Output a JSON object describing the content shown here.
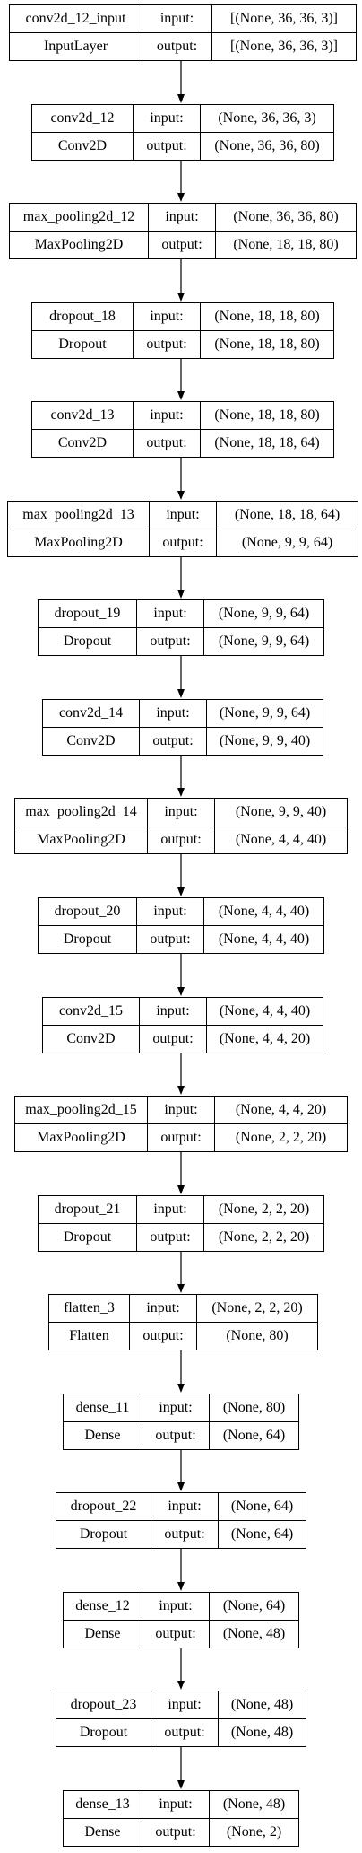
{
  "layers": [
    {
      "name": "conv2d_12_input",
      "type": "InputLayer",
      "input_label": "input:",
      "output_label": "output:",
      "input": "[(None, 36, 36, 3)]",
      "output": "[(None, 36, 36, 3)]"
    },
    {
      "name": "conv2d_12",
      "type": "Conv2D",
      "input_label": "input:",
      "output_label": "output:",
      "input": "(None, 36, 36, 3)",
      "output": "(None, 36, 36, 80)"
    },
    {
      "name": "max_pooling2d_12",
      "type": "MaxPooling2D",
      "input_label": "input:",
      "output_label": "output:",
      "input": "(None, 36, 36, 80)",
      "output": "(None, 18, 18, 80)"
    },
    {
      "name": "dropout_18",
      "type": "Dropout",
      "input_label": "input:",
      "output_label": "output:",
      "input": "(None, 18, 18, 80)",
      "output": "(None, 18, 18, 80)"
    },
    {
      "name": "conv2d_13",
      "type": "Conv2D",
      "input_label": "input:",
      "output_label": "output:",
      "input": "(None, 18, 18, 80)",
      "output": "(None, 18, 18, 64)"
    },
    {
      "name": "max_pooling2d_13",
      "type": "MaxPooling2D",
      "input_label": "input:",
      "output_label": "output:",
      "input": "(None, 18, 18, 64)",
      "output": "(None, 9, 9, 64)"
    },
    {
      "name": "dropout_19",
      "type": "Dropout",
      "input_label": "input:",
      "output_label": "output:",
      "input": "(None, 9, 9, 64)",
      "output": "(None, 9, 9, 64)"
    },
    {
      "name": "conv2d_14",
      "type": "Conv2D",
      "input_label": "input:",
      "output_label": "output:",
      "input": "(None, 9, 9, 64)",
      "output": "(None, 9, 9, 40)"
    },
    {
      "name": "max_pooling2d_14",
      "type": "MaxPooling2D",
      "input_label": "input:",
      "output_label": "output:",
      "input": "(None, 9, 9, 40)",
      "output": "(None, 4, 4, 40)"
    },
    {
      "name": "dropout_20",
      "type": "Dropout",
      "input_label": "input:",
      "output_label": "output:",
      "input": "(None, 4, 4, 40)",
      "output": "(None, 4, 4, 40)"
    },
    {
      "name": "conv2d_15",
      "type": "Conv2D",
      "input_label": "input:",
      "output_label": "output:",
      "input": "(None, 4, 4, 40)",
      "output": "(None, 4, 4, 20)"
    },
    {
      "name": "max_pooling2d_15",
      "type": "MaxPooling2D",
      "input_label": "input:",
      "output_label": "output:",
      "input": "(None, 4, 4, 20)",
      "output": "(None, 2, 2, 20)"
    },
    {
      "name": "dropout_21",
      "type": "Dropout",
      "input_label": "input:",
      "output_label": "output:",
      "input": "(None, 2, 2, 20)",
      "output": "(None, 2, 2, 20)"
    },
    {
      "name": "flatten_3",
      "type": "Flatten",
      "input_label": "input:",
      "output_label": "output:",
      "input": "(None, 2, 2, 20)",
      "output": "(None, 80)"
    },
    {
      "name": "dense_11",
      "type": "Dense",
      "input_label": "input:",
      "output_label": "output:",
      "input": "(None, 80)",
      "output": "(None, 64)"
    },
    {
      "name": "dropout_22",
      "type": "Dropout",
      "input_label": "input:",
      "output_label": "output:",
      "input": "(None, 64)",
      "output": "(None, 64)"
    },
    {
      "name": "dense_12",
      "type": "Dense",
      "input_label": "input:",
      "output_label": "output:",
      "input": "(None, 64)",
      "output": "(None, 48)"
    },
    {
      "name": "dropout_23",
      "type": "Dropout",
      "input_label": "input:",
      "output_label": "output:",
      "input": "(None, 48)",
      "output": "(None, 48)"
    },
    {
      "name": "dense_13",
      "type": "Dense",
      "input_label": "input:",
      "output_label": "output:",
      "input": "(None, 48)",
      "output": "(None, 2)"
    }
  ]
}
